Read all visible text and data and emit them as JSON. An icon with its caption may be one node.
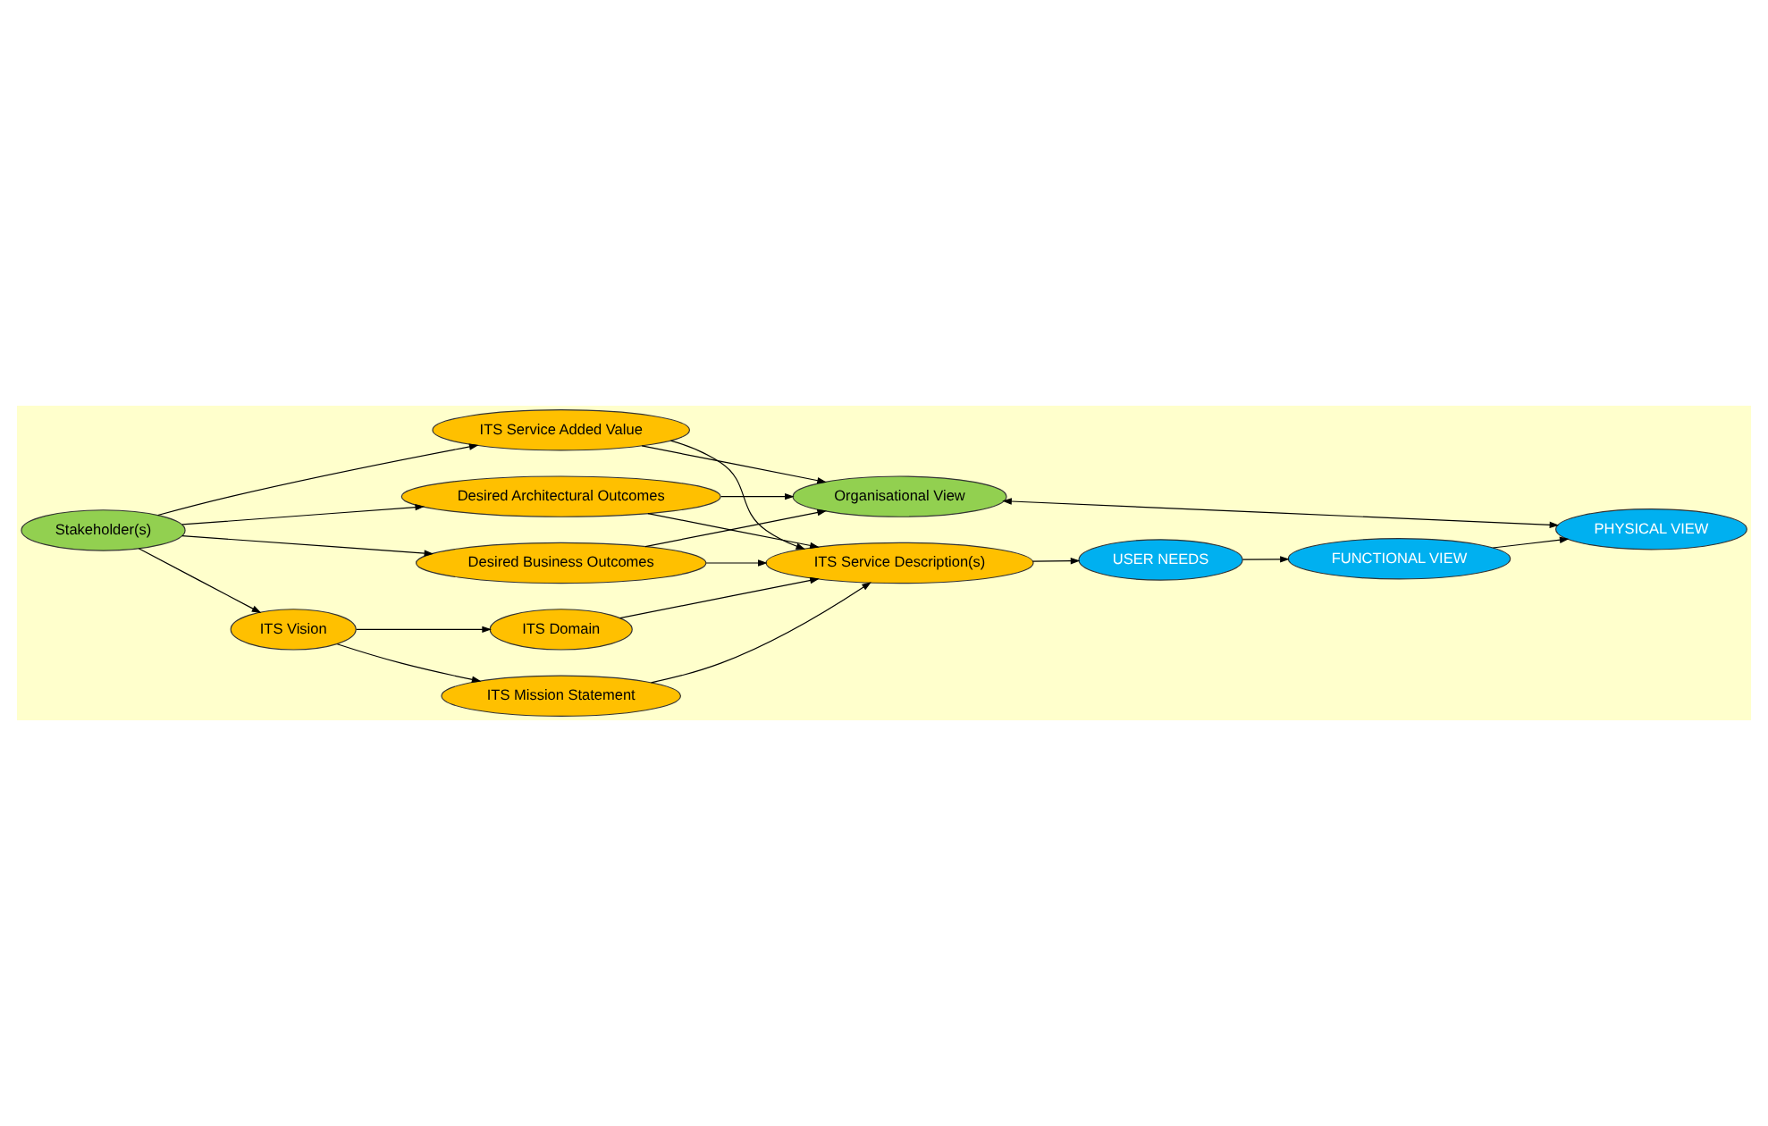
{
  "diagram": {
    "nodes": [
      {
        "text": [
          "Stakeholder(s)"
        ]
      },
      {
        "text": [
          "ITS Vision"
        ]
      },
      {
        "text": [
          "ITS Domain"
        ]
      },
      {
        "text": [
          "ITS Mission Statement"
        ]
      },
      {
        "text": [
          "ITS Service Description(s)"
        ]
      },
      {
        "text": [
          "ITS Service Added Value"
        ]
      },
      {
        "text": [
          "Desired Architectural Outcomes"
        ]
      },
      {
        "text": [
          "Desired Business Outcomes"
        ]
      },
      {
        "text": [
          "Organisational View"
        ]
      },
      {
        "text": [
          "USER NEEDS"
        ]
      },
      {
        "text": [
          "FUNCTIONAL VIEW"
        ]
      },
      {
        "text": [
          "PHYSICAL VIEW"
        ]
      }
    ],
    "edges": [
      {
        "from": 0,
        "to": 1,
        "arrow": "to"
      },
      {
        "from": 0,
        "to": 5,
        "arrow": "to"
      },
      {
        "from": 0,
        "to": 6,
        "arrow": "to"
      },
      {
        "from": 0,
        "to": 7,
        "arrow": "to"
      },
      {
        "from": 1,
        "to": 2,
        "arrow": "to"
      },
      {
        "from": 1,
        "to": 3,
        "arrow": "to"
      },
      {
        "from": 2,
        "to": 4,
        "arrow": "to"
      },
      {
        "from": 3,
        "to": 4,
        "arrow": "to"
      },
      {
        "from": 5,
        "to": 4,
        "arrow": "to"
      },
      {
        "from": 6,
        "to": 4,
        "arrow": "to"
      },
      {
        "from": 7,
        "to": 4,
        "arrow": "to"
      },
      {
        "from": 4,
        "to": 9,
        "arrow": "to"
      },
      {
        "from": 9,
        "to": 10,
        "arrow": "to"
      },
      {
        "from": 10,
        "to": 11,
        "arrow": "to"
      },
      {
        "from": 5,
        "to": 8,
        "arrow": "to"
      },
      {
        "from": 6,
        "to": 8,
        "arrow": "to"
      },
      {
        "from": 7,
        "to": 8,
        "arrow": "to"
      },
      {
        "from": 8,
        "to": 11,
        "arrow": "both"
      }
    ]
  }
}
